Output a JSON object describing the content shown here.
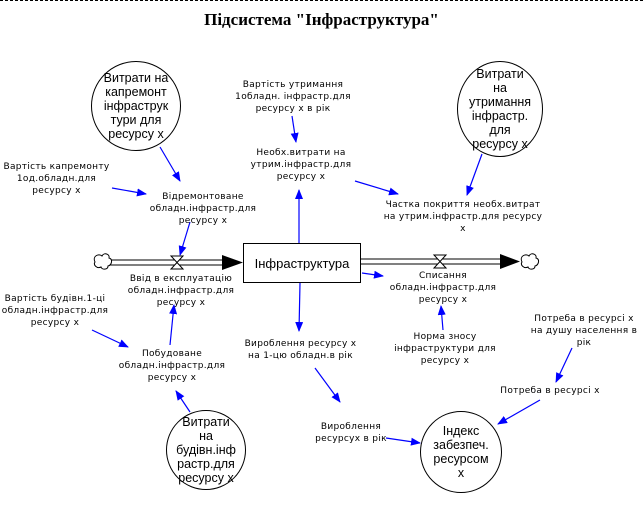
{
  "diagram": {
    "title": "Підсистема \"Інфраструктура\"",
    "stock": {
      "label": "Інфраструктура"
    },
    "flows": {
      "inflow": {
        "label": "Ввід в експлуатацію\nобладн.інфрастр.для\nресурсу х"
      },
      "outflow": {
        "label": "Списання\nобладн.інфрастр.для\nресурсу х"
      }
    },
    "circles": {
      "repair_costs": "Витрати на\nкапремонт\nінфраструк\nтури для\nресурсу х",
      "maintenance_costs": "Витрати\nна\nутримання\nінфрастр.\nдля\nресурсу х",
      "construction_costs": "Витрати\nна\nбудівн.інф\nрастр.для\nресурсу х",
      "supply_index": "Індекс\nзабезпеч.\nресурсом\nх"
    },
    "variables": {
      "maint_cost_unit": "Вартість утримання\n1обладн. інфрастр.для\nресурсу х в рік",
      "needed_maint_costs": "Необх.витрати на\nутрим.інфрастр.для\nресурсу х",
      "repair_cost_unit": "Вартість капремонту\n1од.обладн.для\nресурсу х",
      "repaired_equipment": "Відремонтоване\nобладн.інфрастр.для\nресурсу х",
      "coverage_share": "Частка покриття необх.витрат\nна утрим.інфрастр.для ресурсу\nх",
      "build_cost_unit": "Вартість будівн.1-ці\nобладн.інфрастр.для\nресурсу х",
      "built_equipment": "Побудоване\nобладн.інфрастр.для\nресурсу х",
      "production_per_unit": "Вироблення ресурсу х\nна 1-цю обладн.в рік",
      "depreciation_rate": "Норма зносу\nінфраструктури для\nресурсу х",
      "demand_per_capita": "Потреба в ресурсі х\nна душу населення в\nрік",
      "demand": "Потреба в ресурсі х",
      "production_per_year": "Вироблення\nресурсух в рік"
    },
    "colors": {
      "link": "#0000ff",
      "line": "#000000",
      "background": "#ffffff"
    }
  }
}
